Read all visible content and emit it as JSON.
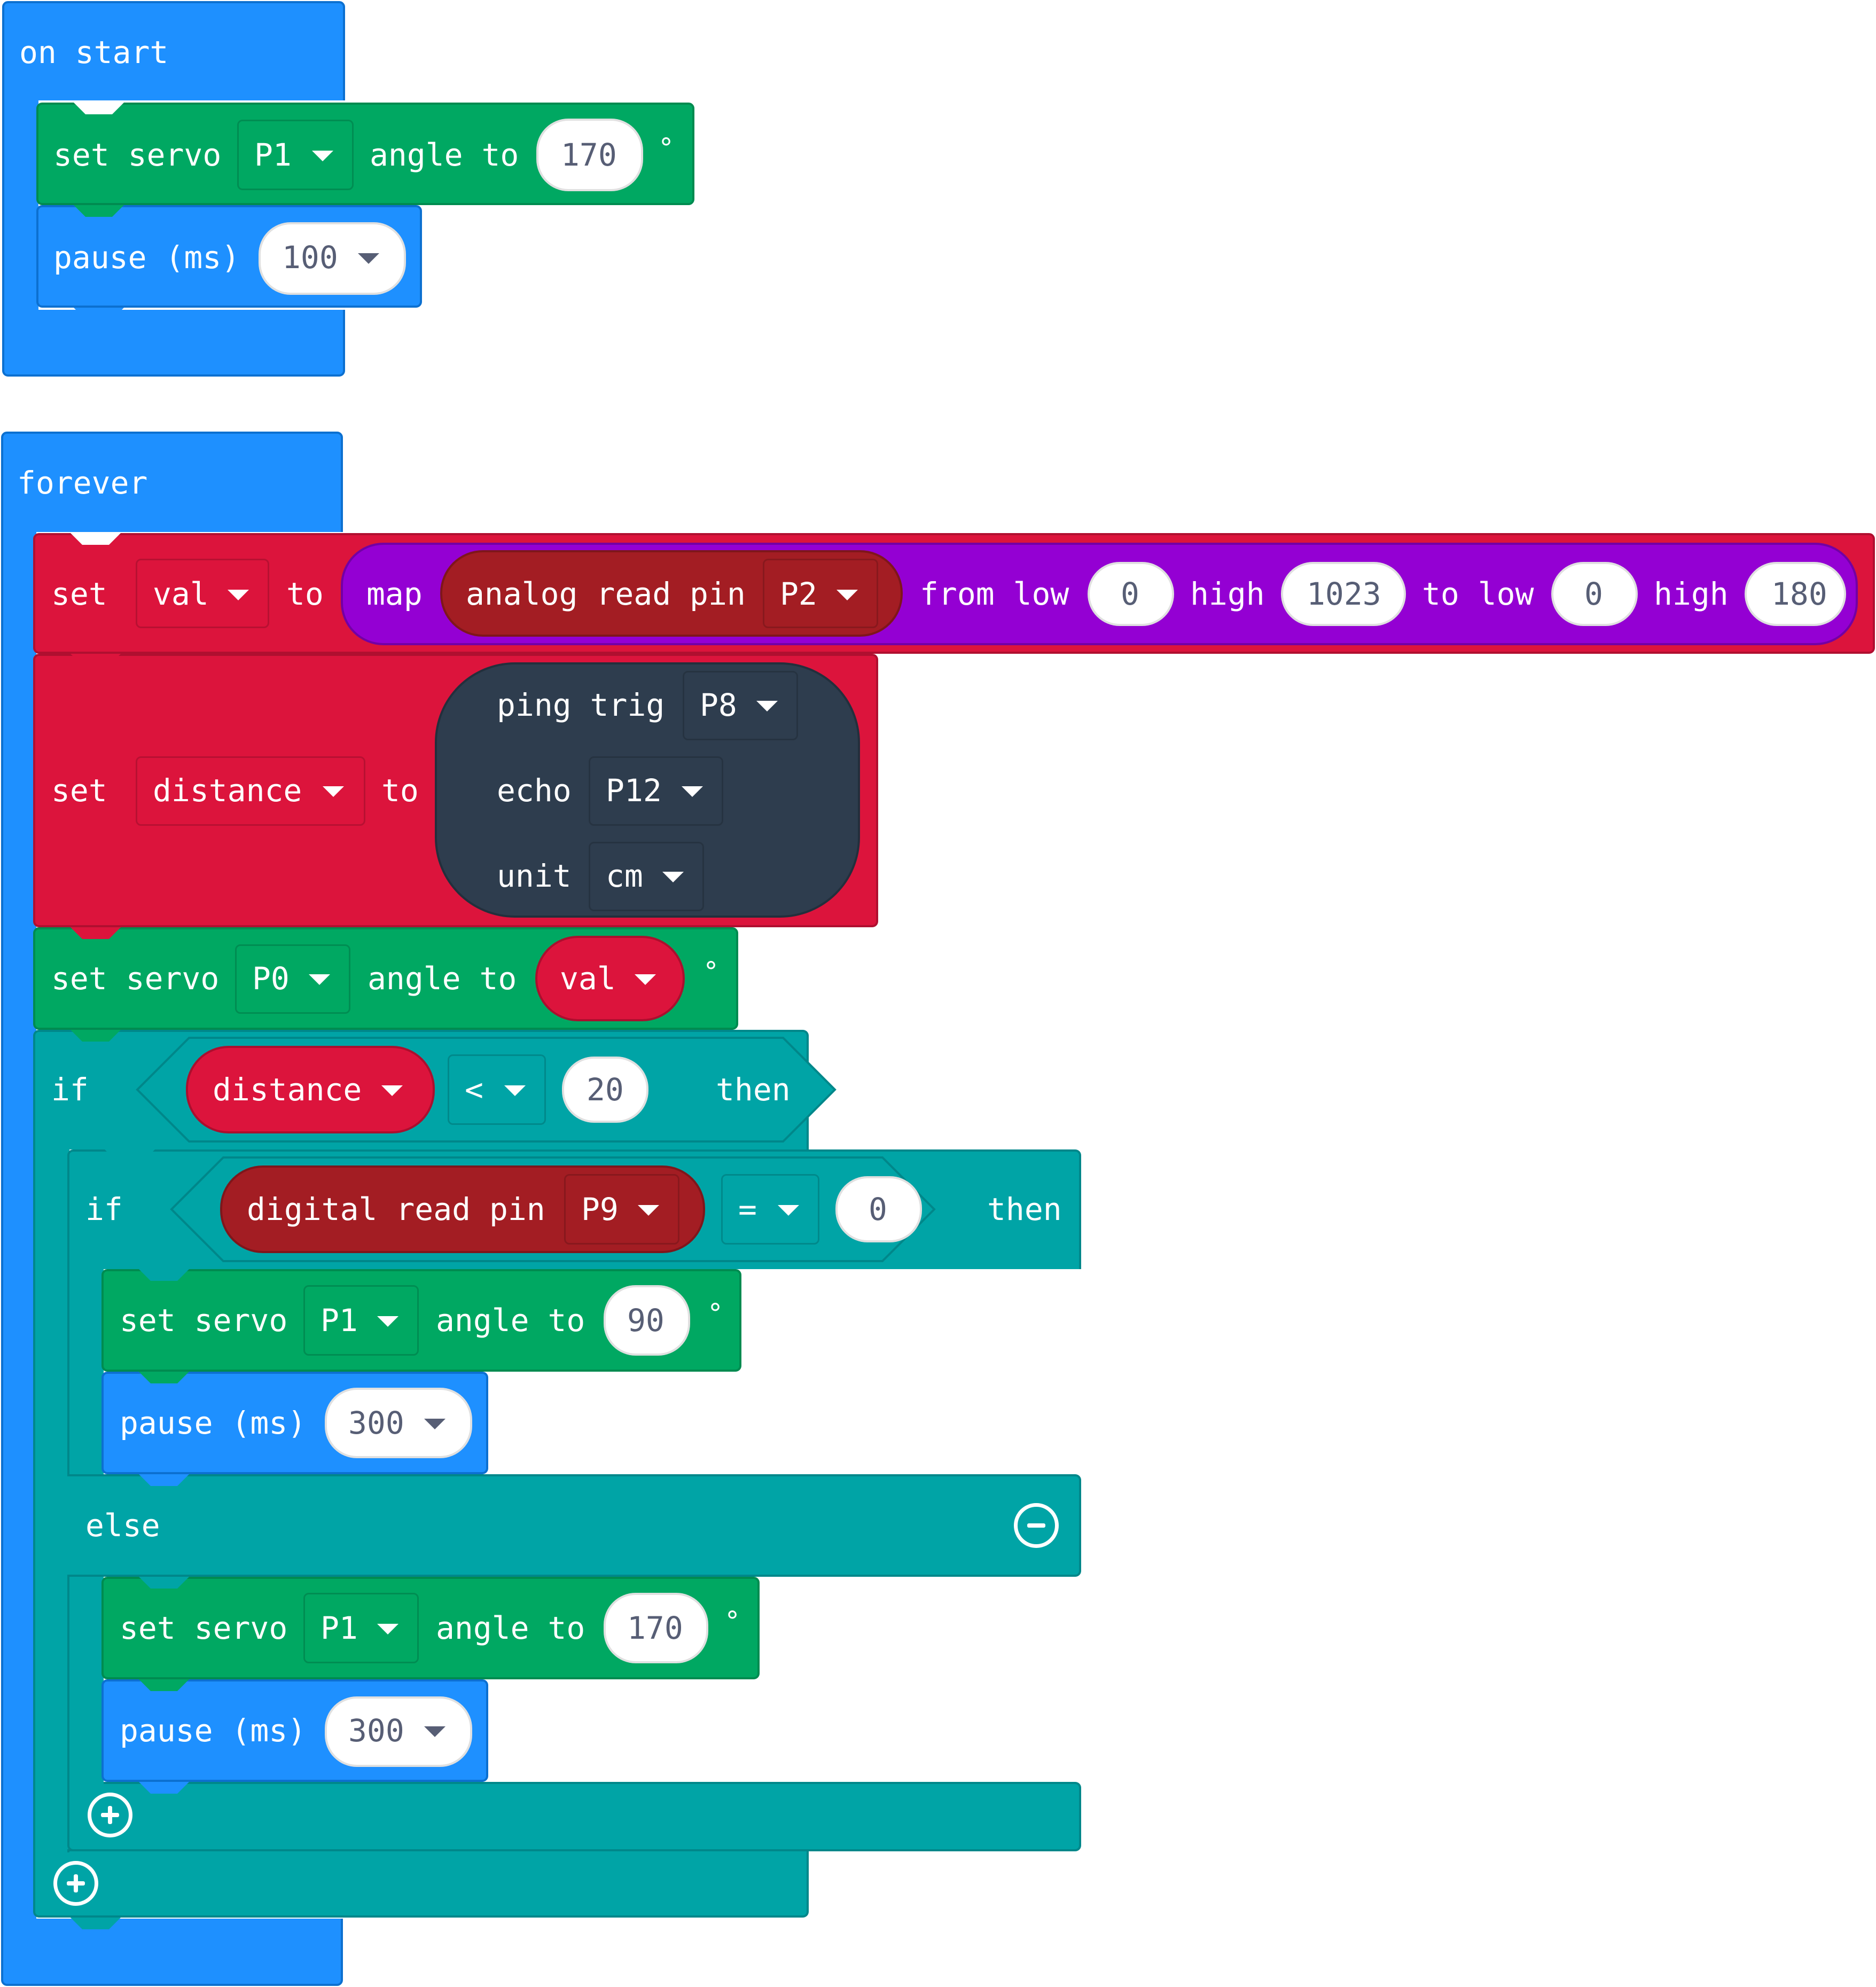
{
  "colors": {
    "basic": "#1e90ff",
    "servo": "#00a862",
    "variables": "#dc143c",
    "math": "#9400d3",
    "pins": "#a31d23",
    "sonar": "#2e3d4e",
    "logic": "#00a4a6"
  },
  "icons": {
    "dropdown": "caret-down-icon",
    "else_remove": "minus-circle-icon",
    "add_branch": "plus-circle-icon"
  },
  "on_start": {
    "header": "on start",
    "servo": {
      "label": "set servo",
      "pin": "P1",
      "angle_label": "angle to",
      "angle": "170",
      "unit": "°"
    },
    "pause": {
      "label": "pause (ms)",
      "value": "100"
    }
  },
  "forever": {
    "header": "forever",
    "set_val": {
      "set": "set",
      "var": "val",
      "to": "to",
      "map": "map",
      "analog": {
        "label": "analog read pin",
        "pin": "P2"
      },
      "from_low": "from low",
      "from_low_value": "0",
      "high1": "high",
      "high1_value": "1023",
      "to_low": "to low",
      "to_low_value": "0",
      "high2": "high",
      "high2_value": "180"
    },
    "set_distance": {
      "set": "set",
      "var": "distance",
      "to": "to",
      "ping_trig": "ping trig",
      "trig_pin": "P8",
      "echo": "echo",
      "echo_pin": "P12",
      "unit": "unit",
      "unit_value": "cm"
    },
    "servo_p0": {
      "label": "set servo",
      "pin": "P0",
      "angle_label": "angle to",
      "var": "val",
      "unit": "°"
    },
    "if_outer": {
      "if": "if",
      "var": "distance",
      "op": "<",
      "value": "20",
      "then": "then"
    },
    "if_inner": {
      "if": "if",
      "digital": "digital read pin",
      "pin": "P9",
      "op": "=",
      "value": "0",
      "then": "then",
      "servo1": {
        "label": "set servo",
        "pin": "P1",
        "angle_label": "angle to",
        "angle": "90",
        "unit": "°"
      },
      "pause1": {
        "label": "pause (ms)",
        "value": "300"
      },
      "else": "else",
      "servo2": {
        "label": "set servo",
        "pin": "P1",
        "angle_label": "angle to",
        "angle": "170",
        "unit": "°"
      },
      "pause2": {
        "label": "pause (ms)",
        "value": "300"
      }
    }
  }
}
